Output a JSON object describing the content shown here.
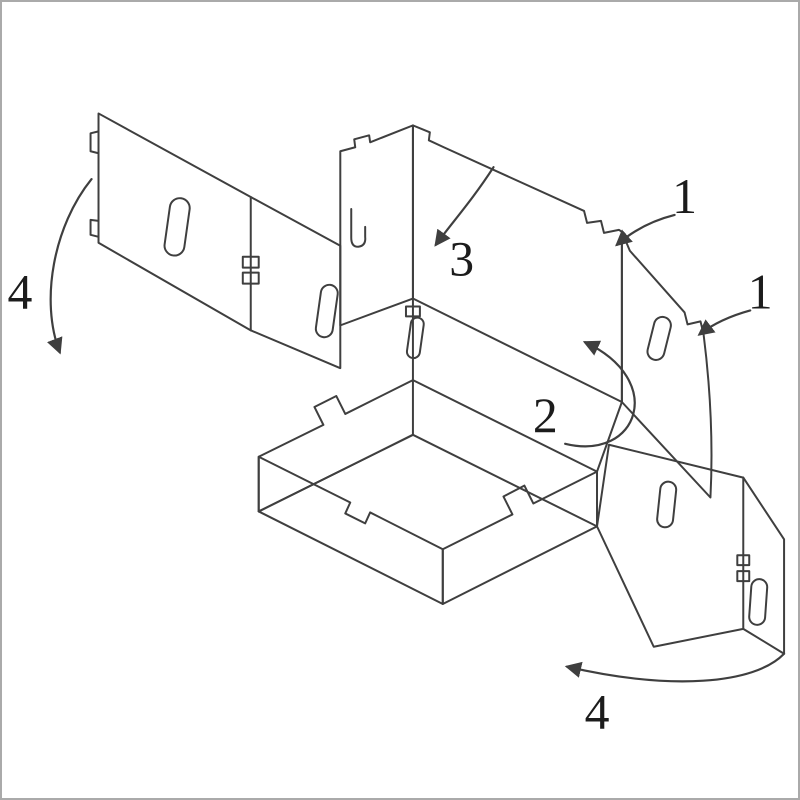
{
  "figure": {
    "type": "isometric-assembly-line-drawing",
    "description": "Fold-up sheet box assembly instruction diagram with numbered fold steps and direction arrows",
    "background_color": "#ffffff",
    "border_color": "#aaaaaa",
    "line_color": "#3f3f3f",
    "label_color": "#1c1c1c"
  },
  "callouts": {
    "step1_top": "1",
    "step1_right": "1",
    "step2": "2",
    "step3": "3",
    "step4_left": "4",
    "step4_bottom": "4"
  }
}
